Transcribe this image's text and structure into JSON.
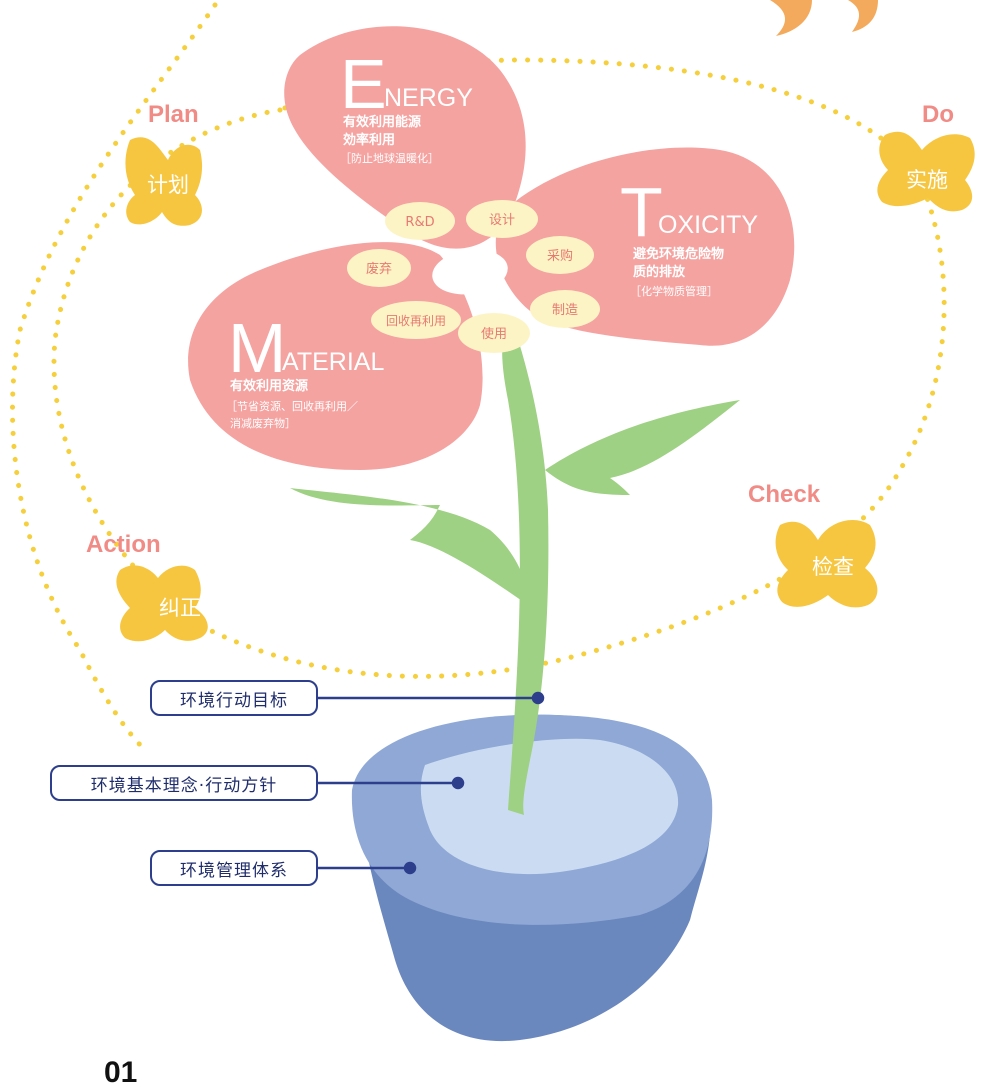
{
  "pdca": {
    "plan": {
      "en": "Plan",
      "cn": "计划"
    },
    "do": {
      "en": "Do",
      "cn": "实施"
    },
    "check": {
      "en": "Check",
      "cn": "检查"
    },
    "action": {
      "en": "Action",
      "cn": "纠正"
    }
  },
  "petals": {
    "energy": {
      "initial": "E",
      "rest": "NERGY",
      "line1": "有效利用能源",
      "line2": "効率利用",
      "note": "［防止地球温暖化］"
    },
    "toxicity": {
      "initial": "T",
      "rest": "OXICITY",
      "line1": "避免环境危险物",
      "line2": "质的排放",
      "note": "［化学物质管理］"
    },
    "material": {
      "initial": "M",
      "rest": "ATERIAL",
      "line1": "有效利用资源",
      "note1": "［节省资源、回收再利用／",
      "note2": "消减废弃物］"
    }
  },
  "lifecycle": [
    "R&D",
    "设计",
    "采购",
    "制造",
    "使用",
    "回收再利用",
    "废弃"
  ],
  "callouts": {
    "targets": "环境行动目标",
    "policy": "环境基本理念·行动方针",
    "system": "环境管理体系"
  },
  "page_number": "01",
  "colors": {
    "petal": "#f4a3a0",
    "leaf": "#9ed183",
    "butterfly": "#f7c640",
    "pot": "#8fa8d6",
    "pot_dark": "#6a88be",
    "soil": "#cbdcf2",
    "node": "#fdf4c6",
    "dots": "#f5cf3c",
    "callout_border": "#2c3e8c"
  }
}
